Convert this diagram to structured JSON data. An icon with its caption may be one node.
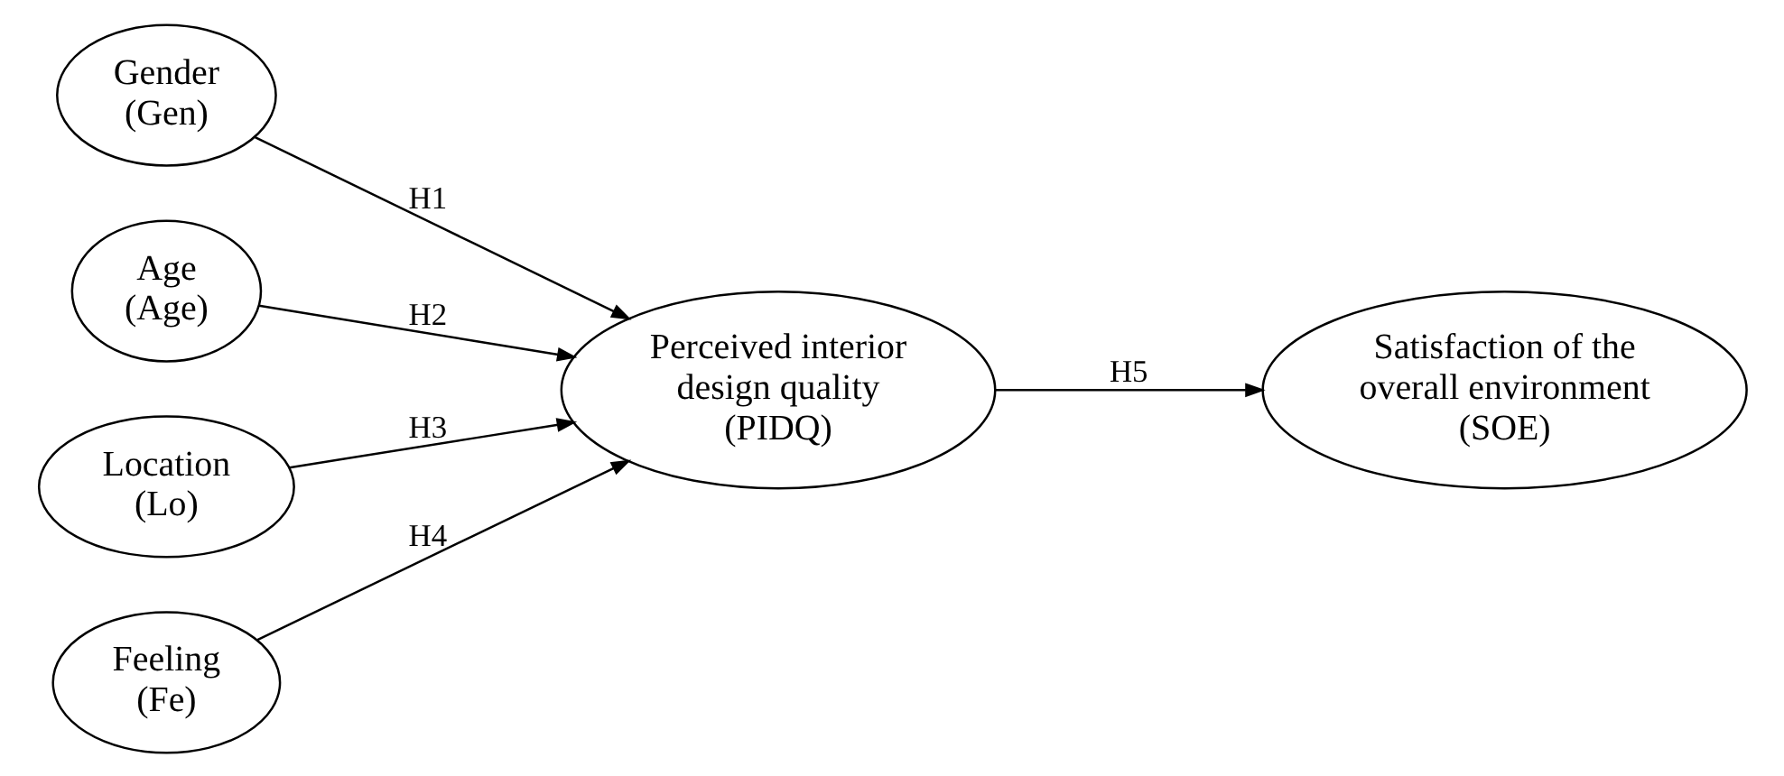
{
  "diagram": {
    "nodes": [
      {
        "text": [
          "Gender",
          "(Gen)"
        ]
      },
      {
        "text": [
          "Age",
          "(Age)"
        ]
      },
      {
        "text": [
          "Location",
          "(Lo)"
        ]
      },
      {
        "text": [
          "Feeling",
          "(Fe)"
        ]
      },
      {
        "text": [
          "Perceived interior design quality",
          "(PIDQ)"
        ]
      },
      {
        "text": [
          "Satisfaction of the overall environment",
          "(SOE)"
        ]
      }
    ],
    "edges": [
      {
        "from": 0,
        "to": 4,
        "arrow": "to",
        "label": "H1"
      },
      {
        "from": 1,
        "to": 4,
        "arrow": "to",
        "label": "H2"
      },
      {
        "from": 2,
        "to": 4,
        "arrow": "to",
        "label": "H3"
      },
      {
        "from": 3,
        "to": 4,
        "arrow": "to",
        "label": "H4"
      },
      {
        "from": 4,
        "to": 5,
        "arrow": "to",
        "label": "H5"
      }
    ]
  }
}
